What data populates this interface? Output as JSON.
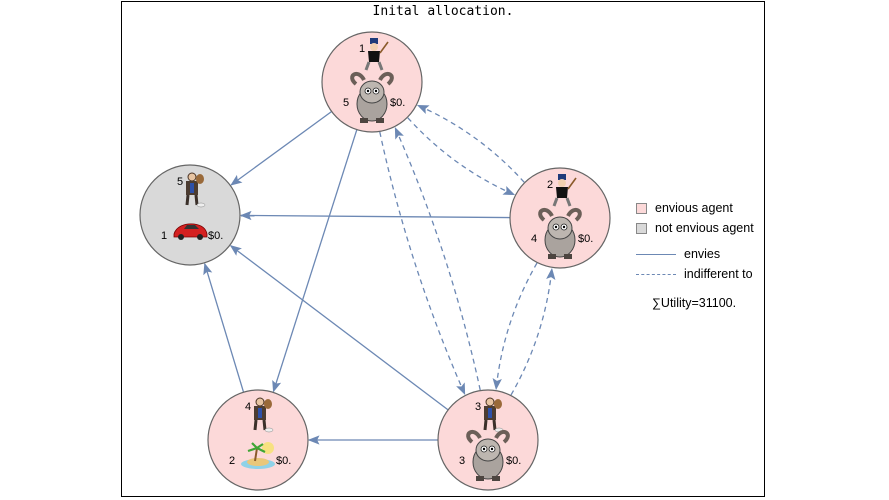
{
  "title": "Inital allocation.",
  "colors": {
    "envious_fill": "#fcd9d9",
    "not_envious_fill": "#d9d9d9",
    "edge": "#6c88b4",
    "node_stroke": "#666666"
  },
  "nodes": [
    {
      "id": "A",
      "agent_number": "1",
      "agent_icon": "monopoly-man-icon",
      "item_number": "5",
      "item_icon": "goat-icon",
      "value": "$0.",
      "status": "envious"
    },
    {
      "id": "B",
      "agent_number": "2",
      "agent_icon": "monopoly-man-icon",
      "item_number": "4",
      "item_icon": "goat-icon",
      "value": "$0.",
      "status": "envious"
    },
    {
      "id": "C",
      "agent_number": "5",
      "agent_icon": "hobo-man-icon",
      "item_number": "1",
      "item_icon": "red-car-icon",
      "value": "$0.",
      "status": "not envious"
    },
    {
      "id": "D",
      "agent_number": "4",
      "agent_icon": "hobo-man-icon",
      "item_number": "2",
      "item_icon": "island-icon",
      "value": "$0.",
      "status": "envious"
    },
    {
      "id": "E",
      "agent_number": "3",
      "agent_icon": "hobo-man-icon",
      "item_number": "3",
      "item_icon": "goat-icon",
      "value": "$0.",
      "status": "envious"
    }
  ],
  "edges": [
    {
      "from": "A",
      "to": "C",
      "type": "envies"
    },
    {
      "from": "A",
      "to": "D",
      "type": "envies"
    },
    {
      "from": "B",
      "to": "C",
      "type": "envies"
    },
    {
      "from": "D",
      "to": "C",
      "type": "envies"
    },
    {
      "from": "E",
      "to": "C",
      "type": "envies"
    },
    {
      "from": "E",
      "to": "D",
      "type": "envies"
    },
    {
      "from": "A",
      "to": "B",
      "type": "indifferent to"
    },
    {
      "from": "B",
      "to": "A",
      "type": "indifferent to"
    },
    {
      "from": "A",
      "to": "E",
      "type": "indifferent to"
    },
    {
      "from": "E",
      "to": "A",
      "type": "indifferent to"
    },
    {
      "from": "B",
      "to": "E",
      "type": "indifferent to"
    },
    {
      "from": "E",
      "to": "B",
      "type": "indifferent to"
    }
  ],
  "legend": {
    "envious_agent": "envious agent",
    "not_envious_agent": "not envious agent",
    "envies": "envies",
    "indifferent_to": "indifferent to"
  },
  "utility_text": "∑Utility=31100."
}
